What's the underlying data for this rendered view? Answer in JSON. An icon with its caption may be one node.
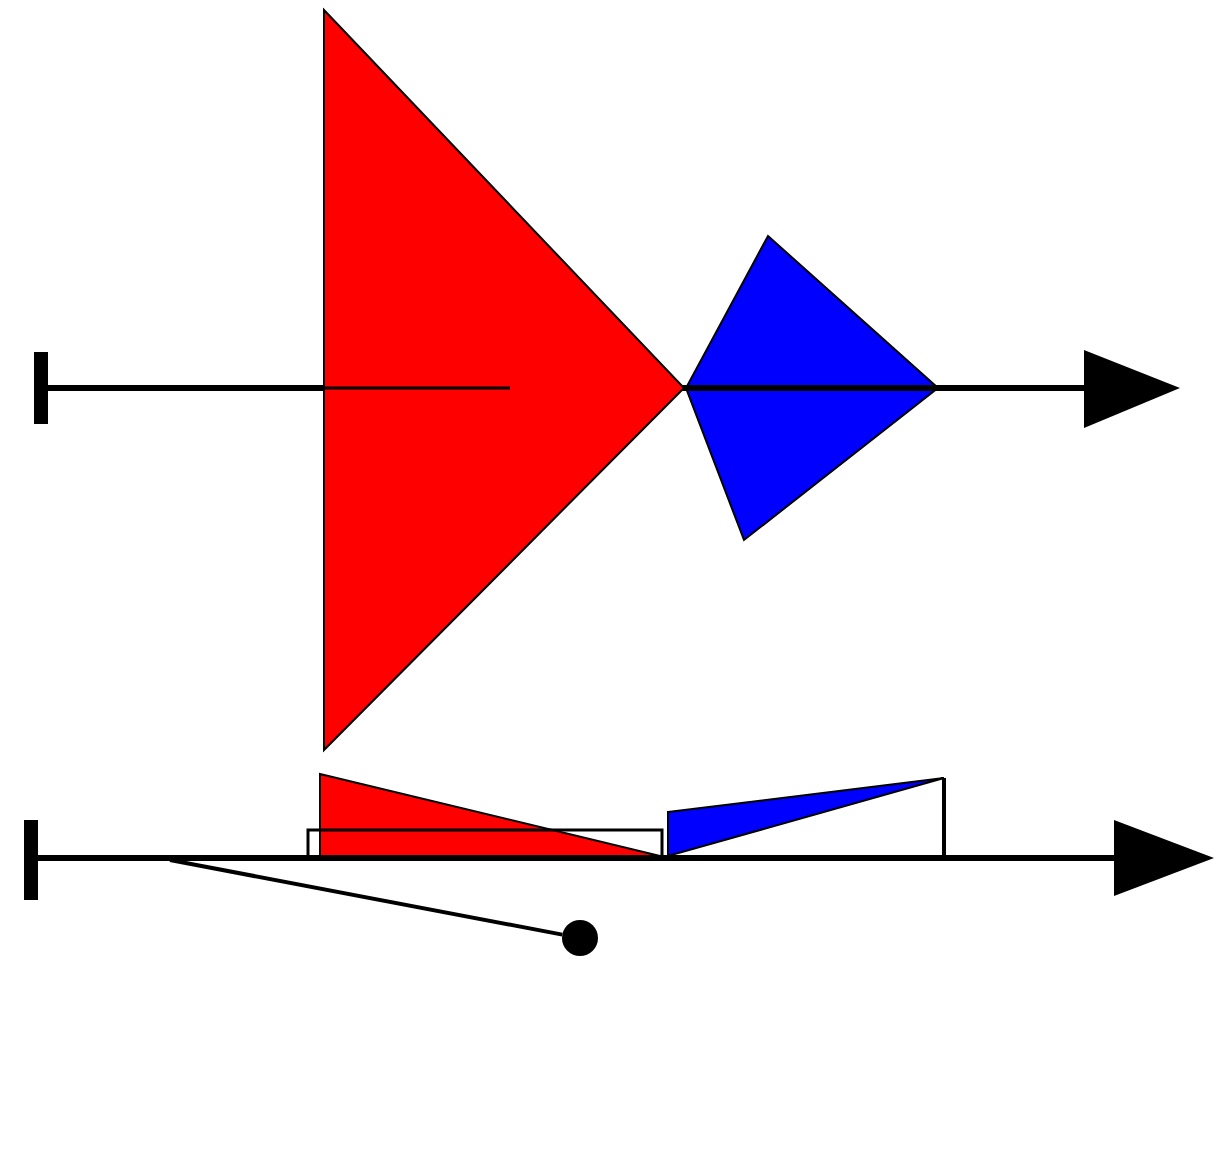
{
  "diagram": {
    "nodes": [
      {
        "text": [],
        "shape": "triangle"
      },
      {
        "text": [],
        "shape": "diamond"
      },
      {
        "text": [],
        "shape": "triangle"
      },
      {
        "text": [],
        "shape": "triangle"
      },
      {
        "text": [],
        "shape": "circle"
      }
    ],
    "edges": [
      {
        "from": null,
        "to": 4,
        "arrow": "none"
      }
    ]
  }
}
